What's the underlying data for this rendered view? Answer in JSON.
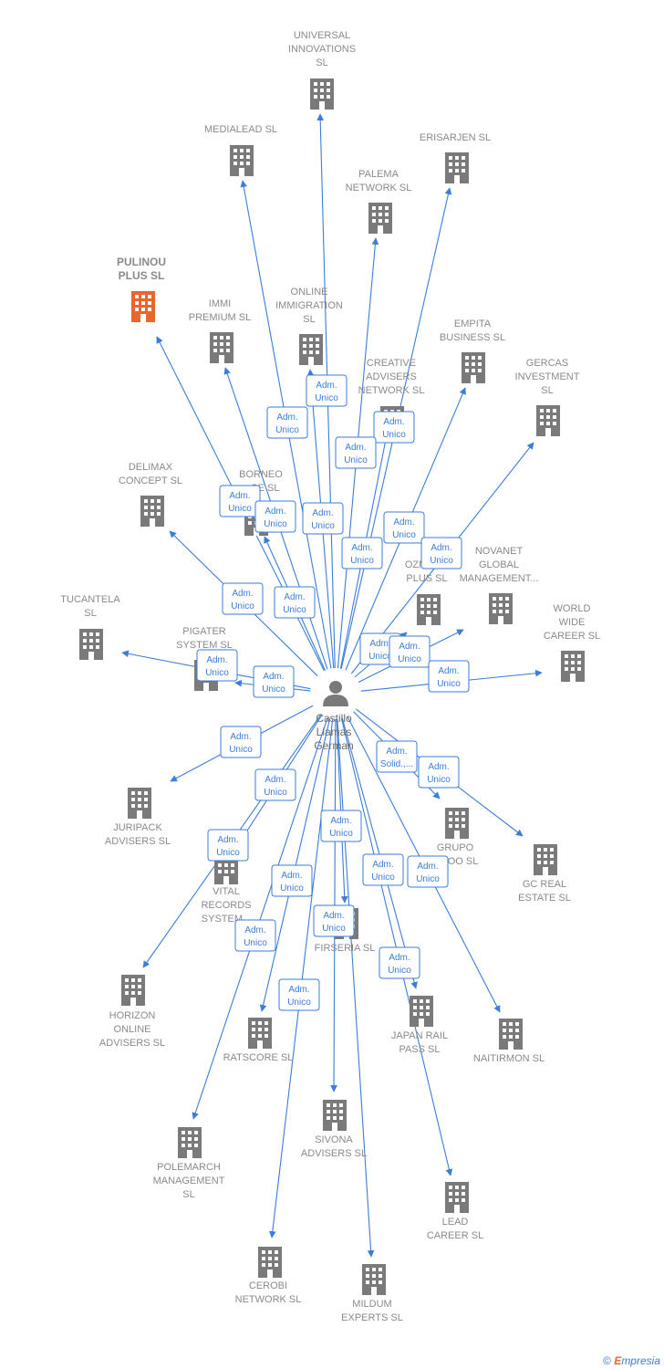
{
  "center": {
    "name": [
      "Castillo",
      "Llamas",
      "German"
    ],
    "icon": "person-icon"
  },
  "companies": [
    {
      "id": "universal",
      "label": [
        "UNIVERSAL",
        "INNOVATIONS",
        "SL"
      ]
    },
    {
      "id": "medialead",
      "label": [
        "MEDIALEAD  SL"
      ]
    },
    {
      "id": "erisarjen",
      "label": [
        "ERISARJEN  SL"
      ]
    },
    {
      "id": "palema",
      "label": [
        "PALEMA",
        "NETWORK  SL"
      ]
    },
    {
      "id": "pulinou",
      "label": [
        "PULINOU",
        "PLUS  SL"
      ],
      "highlight": true
    },
    {
      "id": "immi",
      "label": [
        "IMMI",
        "PREMIUM  SL"
      ]
    },
    {
      "id": "online",
      "label": [
        "ONLINE",
        "IMMIGRATION",
        "SL"
      ]
    },
    {
      "id": "empita",
      "label": [
        "EMPITA",
        "BUSINESS  SL"
      ]
    },
    {
      "id": "creative",
      "label": [
        "CREATIVE",
        "ADVISERS",
        "NETWORK  SL"
      ]
    },
    {
      "id": "gercas",
      "label": [
        "GERCAS",
        "INVESTMENT",
        "SL"
      ]
    },
    {
      "id": "delimax",
      "label": [
        "DELIMAX",
        "CONCEPT  SL"
      ]
    },
    {
      "id": "borneo",
      "label": [
        "BORNEO",
        "...CE  SL"
      ]
    },
    {
      "id": "novanet",
      "label": [
        "NOVANET",
        "GLOBAL",
        "MANAGEMENT..."
      ]
    },
    {
      "id": "ozmone",
      "label": [
        "OZMONE",
        "PLUS  SL"
      ]
    },
    {
      "id": "tucantela",
      "label": [
        "TUCANTELA",
        "SL"
      ]
    },
    {
      "id": "worldwide",
      "label": [
        "WORLD",
        "WIDE",
        "CAREER  SL"
      ]
    },
    {
      "id": "pigater",
      "label": [
        "PIGATER",
        "SYSTEM  SL"
      ]
    },
    {
      "id": "juripack",
      "label": [
        "JURIPACK",
        "ADVISERS  SL"
      ]
    },
    {
      "id": "grupo",
      "label": [
        "GRUPO",
        "...DOO SL"
      ]
    },
    {
      "id": "gcreal",
      "label": [
        "GC REAL",
        "ESTATE  SL"
      ]
    },
    {
      "id": "vital",
      "label": [
        "VITAL",
        "RECORDS",
        "SYSTEM..."
      ]
    },
    {
      "id": "firseria",
      "label": [
        "FIRSERIA  SL"
      ]
    },
    {
      "id": "horizon",
      "label": [
        "HORIZON",
        "ONLINE",
        "ADVISERS  SL"
      ]
    },
    {
      "id": "ratscore",
      "label": [
        "RATSCORE  SL"
      ]
    },
    {
      "id": "japan",
      "label": [
        "JAPAN RAIL",
        "PASS  SL"
      ]
    },
    {
      "id": "naitirmon",
      "label": [
        "NAITIRMON  SL"
      ]
    },
    {
      "id": "sivona",
      "label": [
        "SIVONA",
        "ADVISERS  SL"
      ]
    },
    {
      "id": "polemarch",
      "label": [
        "POLEMARCH",
        "MANAGEMENT",
        "SL"
      ]
    },
    {
      "id": "lead",
      "label": [
        "LEAD",
        "CAREER  SL"
      ]
    },
    {
      "id": "cerobi",
      "label": [
        "CEROBI",
        "NETWORK  SL"
      ]
    },
    {
      "id": "mildum",
      "label": [
        "MILDUM",
        "EXPERTS  SL"
      ]
    }
  ],
  "edge_labels": [
    {
      "text": [
        "Adm.",
        "Unico"
      ]
    },
    {
      "text": [
        "Adm.",
        "Unico"
      ]
    },
    {
      "text": [
        "Adm.",
        "Unico"
      ]
    },
    {
      "text": [
        "Adm.",
        "Unico"
      ]
    },
    {
      "text": [
        "Adm.",
        "Unico"
      ]
    },
    {
      "text": [
        "Adm.",
        "Unico"
      ]
    },
    {
      "text": [
        "Adm.",
        "Unico"
      ]
    },
    {
      "text": [
        "Adm.",
        "Unico"
      ]
    },
    {
      "text": [
        "Adm.",
        "Unico"
      ]
    },
    {
      "text": [
        "Adm.",
        "Unico"
      ]
    },
    {
      "text": [
        "Adm.",
        "Unico"
      ]
    },
    {
      "text": [
        "Adm.",
        "Unico"
      ]
    },
    {
      "text": [
        "Adm.",
        "Unico"
      ]
    },
    {
      "text": [
        "Adm.",
        "Unico"
      ]
    },
    {
      "text": [
        "Adm.",
        "Unico"
      ]
    },
    {
      "text": [
        "Adm.",
        "Unico"
      ]
    },
    {
      "text": [
        "Adm.",
        "Unico"
      ]
    },
    {
      "text": [
        "Adm.",
        "Unico"
      ]
    },
    {
      "text": [
        "Adm.",
        "Solid.,..."
      ]
    },
    {
      "text": [
        "Adm.",
        "Unico"
      ]
    },
    {
      "text": [
        "Adm.",
        "Unico"
      ]
    },
    {
      "text": [
        "Adm.",
        "Unico"
      ]
    },
    {
      "text": [
        "Adm.",
        "Unico"
      ]
    },
    {
      "text": [
        "Adm.",
        "Unico"
      ]
    },
    {
      "text": [
        "Adm.",
        "Unico"
      ]
    },
    {
      "text": [
        "Adm.",
        "Unico"
      ]
    },
    {
      "text": [
        "Adm.",
        "Unico"
      ]
    },
    {
      "text": [
        "Adm.",
        "Unico"
      ]
    },
    {
      "text": [
        "Adm.",
        "Unico"
      ]
    },
    {
      "text": [
        "Adm.",
        "Unico"
      ]
    }
  ],
  "colors": {
    "edge": "#3b7dd8",
    "building": "#7a7a7a",
    "highlight": "#e8672c",
    "label": "#8a8a8a"
  },
  "footer": {
    "copyright": "©",
    "brand_first": "E",
    "brand_rest": "mpresia"
  }
}
